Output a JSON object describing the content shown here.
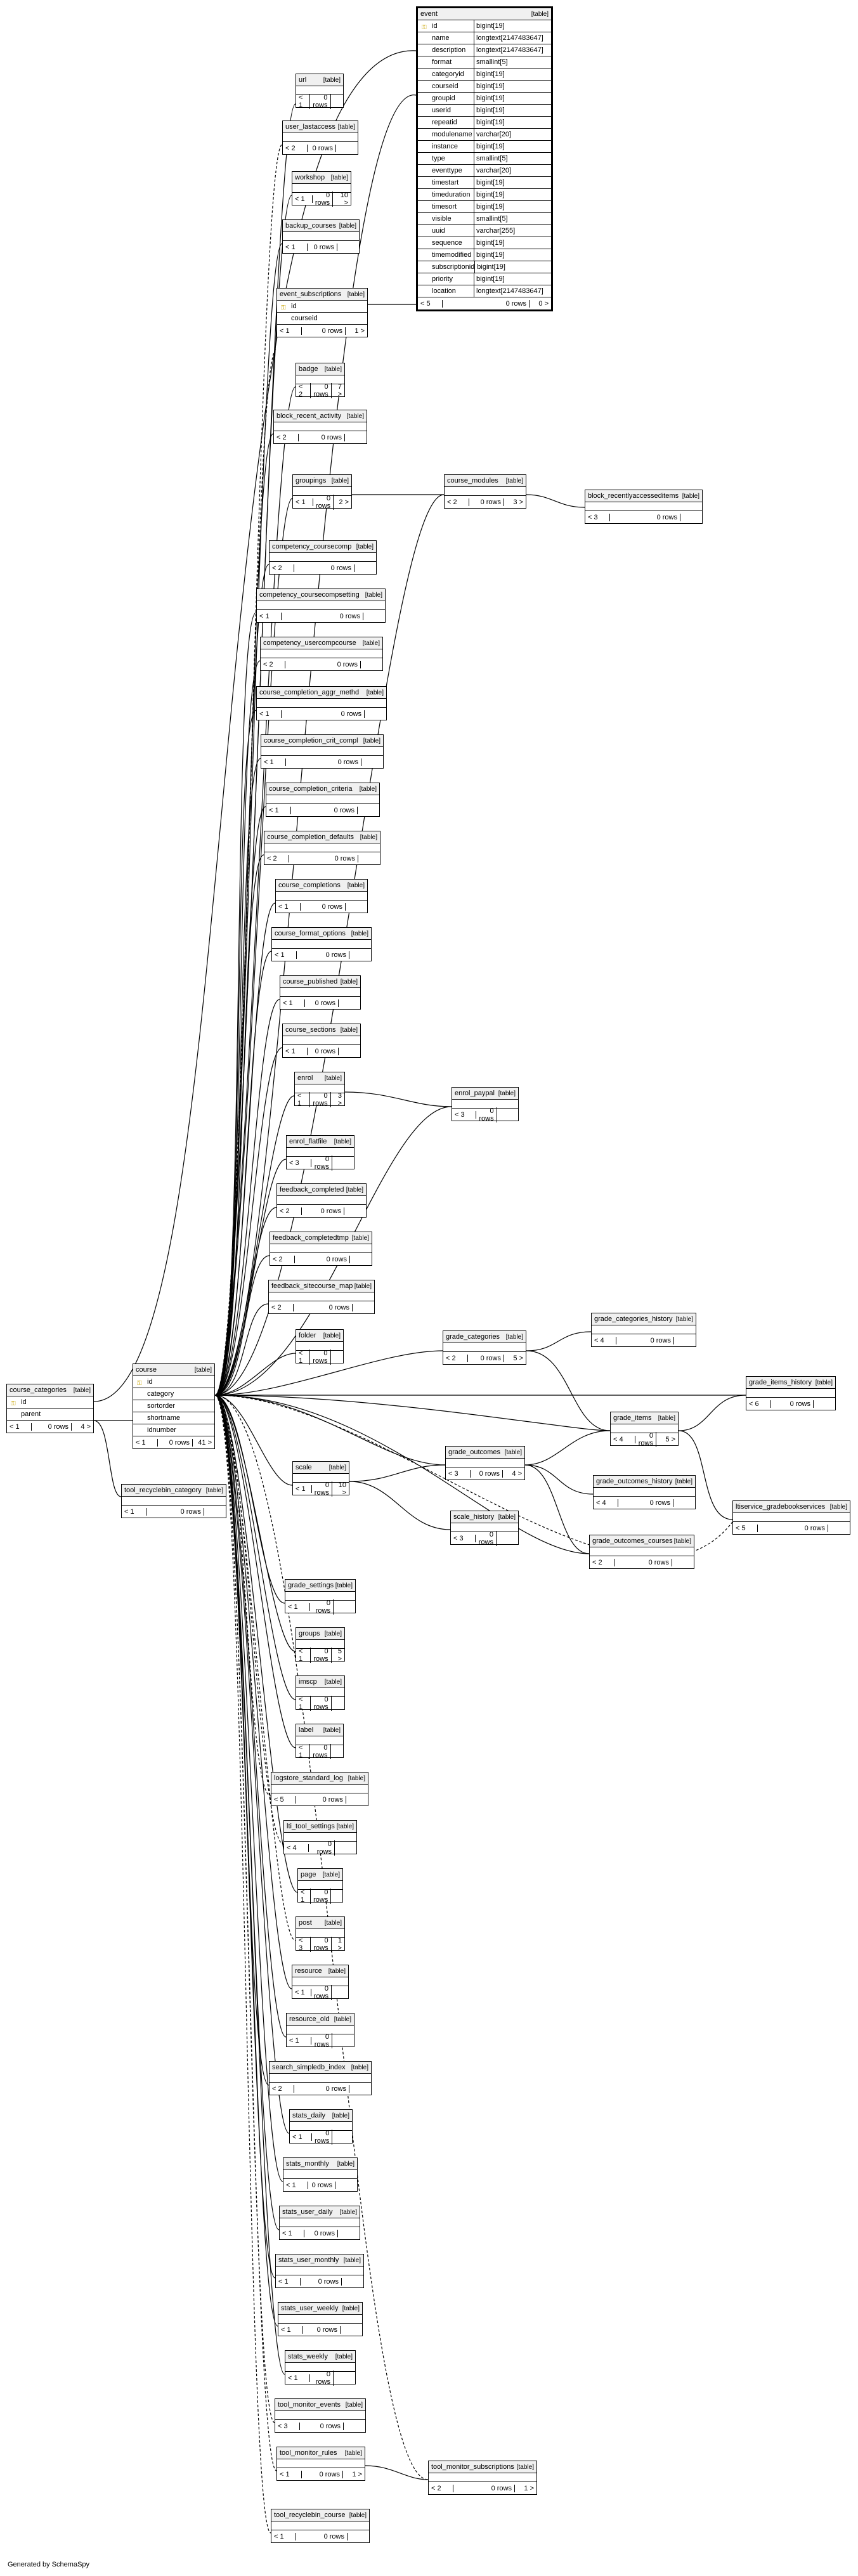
{
  "footer": {
    "generated": "Generated by SchemaSpy"
  },
  "tables": {
    "event": {
      "name": "event",
      "tag": "[table]",
      "columns": [
        {
          "n": "id",
          "t": "bigint[19]"
        },
        {
          "n": "name",
          "t": "longtext[2147483647]"
        },
        {
          "n": "description",
          "t": "longtext[2147483647]"
        },
        {
          "n": "format",
          "t": "smallint[5]"
        },
        {
          "n": "categoryid",
          "t": "bigint[19]"
        },
        {
          "n": "courseid",
          "t": "bigint[19]"
        },
        {
          "n": "groupid",
          "t": "bigint[19]"
        },
        {
          "n": "userid",
          "t": "bigint[19]"
        },
        {
          "n": "repeatid",
          "t": "bigint[19]"
        },
        {
          "n": "modulename",
          "t": "varchar[20]"
        },
        {
          "n": "instance",
          "t": "bigint[19]"
        },
        {
          "n": "type",
          "t": "smallint[5]"
        },
        {
          "n": "eventtype",
          "t": "varchar[20]"
        },
        {
          "n": "timestart",
          "t": "bigint[19]"
        },
        {
          "n": "timeduration",
          "t": "bigint[19]"
        },
        {
          "n": "timesort",
          "t": "bigint[19]"
        },
        {
          "n": "visible",
          "t": "smallint[5]"
        },
        {
          "n": "uuid",
          "t": "varchar[255]"
        },
        {
          "n": "sequence",
          "t": "bigint[19]"
        },
        {
          "n": "timemodified",
          "t": "bigint[19]"
        },
        {
          "n": "subscriptionid",
          "t": "bigint[19]"
        },
        {
          "n": "priority",
          "t": "bigint[19]"
        },
        {
          "n": "location",
          "t": "longtext[2147483647]"
        }
      ],
      "footer": {
        "parents": "< 5",
        "rows": "0 rows",
        "children": "0 >"
      }
    },
    "url": {
      "name": "url",
      "tag": "[table]",
      "footer": {
        "parents": "< 1",
        "rows": "0 rows",
        "children": ""
      }
    },
    "user_lastaccess": {
      "name": "user_lastaccess",
      "tag": "[table]",
      "footer": {
        "parents": "< 2",
        "rows": "0 rows",
        "children": ""
      }
    },
    "workshop": {
      "name": "workshop",
      "tag": "[table]",
      "footer": {
        "parents": "< 1",
        "rows": "0 rows",
        "children": "10 >"
      }
    },
    "backup_courses": {
      "name": "backup_courses",
      "tag": "[table]",
      "footer": {
        "parents": "< 1",
        "rows": "0 rows",
        "children": ""
      }
    },
    "event_subscriptions": {
      "name": "event_subscriptions",
      "tag": "[table]",
      "columns": [
        {
          "n": "id"
        },
        {
          "n": "courseid"
        }
      ],
      "footer": {
        "parents": "< 1",
        "rows": "0 rows",
        "children": "1 >"
      }
    },
    "badge": {
      "name": "badge",
      "tag": "[table]",
      "footer": {
        "parents": "< 2",
        "rows": "0 rows",
        "children": "7 >"
      }
    },
    "block_recent_activity": {
      "name": "block_recent_activity",
      "tag": "[table]",
      "footer": {
        "parents": "< 2",
        "rows": "0 rows",
        "children": ""
      }
    },
    "groupings": {
      "name": "groupings",
      "tag": "[table]",
      "footer": {
        "parents": "< 1",
        "rows": "0 rows",
        "children": "2 >"
      }
    },
    "course_modules": {
      "name": "course_modules",
      "tag": "[table]",
      "footer": {
        "parents": "< 2",
        "rows": "0 rows",
        "children": "3 >"
      }
    },
    "block_recentlyaccesseditems": {
      "name": "block_recentlyaccesseditems",
      "tag": "[table]",
      "footer": {
        "parents": "< 3",
        "rows": "0 rows",
        "children": ""
      }
    },
    "competency_coursecomp": {
      "name": "competency_coursecomp",
      "tag": "[table]",
      "footer": {
        "parents": "< 2",
        "rows": "0 rows",
        "children": ""
      }
    },
    "competency_coursecompsetting": {
      "name": "competency_coursecompsetting",
      "tag": "[table]",
      "footer": {
        "parents": "< 1",
        "rows": "0 rows",
        "children": ""
      }
    },
    "competency_usercompcourse": {
      "name": "competency_usercompcourse",
      "tag": "[table]",
      "footer": {
        "parents": "< 2",
        "rows": "0 rows",
        "children": ""
      }
    },
    "course_completion_aggr_methd": {
      "name": "course_completion_aggr_methd",
      "tag": "[table]",
      "footer": {
        "parents": "< 1",
        "rows": "0 rows",
        "children": ""
      }
    },
    "course_completion_crit_compl": {
      "name": "course_completion_crit_compl",
      "tag": "[table]",
      "footer": {
        "parents": "< 1",
        "rows": "0 rows",
        "children": ""
      }
    },
    "course_completion_criteria": {
      "name": "course_completion_criteria",
      "tag": "[table]",
      "footer": {
        "parents": "< 1",
        "rows": "0 rows",
        "children": ""
      }
    },
    "course_completion_defaults": {
      "name": "course_completion_defaults",
      "tag": "[table]",
      "footer": {
        "parents": "< 2",
        "rows": "0 rows",
        "children": ""
      }
    },
    "course_completions": {
      "name": "course_completions",
      "tag": "[table]",
      "footer": {
        "parents": "< 1",
        "rows": "0 rows",
        "children": ""
      }
    },
    "course_format_options": {
      "name": "course_format_options",
      "tag": "[table]",
      "footer": {
        "parents": "< 1",
        "rows": "0 rows",
        "children": ""
      }
    },
    "course_published": {
      "name": "course_published",
      "tag": "[table]",
      "footer": {
        "parents": "< 1",
        "rows": "0 rows",
        "children": ""
      }
    },
    "course_sections": {
      "name": "course_sections",
      "tag": "[table]",
      "footer": {
        "parents": "< 1",
        "rows": "0 rows",
        "children": ""
      }
    },
    "enrol": {
      "name": "enrol",
      "tag": "[table]",
      "footer": {
        "parents": "< 1",
        "rows": "0 rows",
        "children": "3 >"
      }
    },
    "enrol_paypal": {
      "name": "enrol_paypal",
      "tag": "[table]",
      "footer": {
        "parents": "< 3",
        "rows": "0 rows",
        "children": ""
      }
    },
    "enrol_flatfile": {
      "name": "enrol_flatfile",
      "tag": "[table]",
      "footer": {
        "parents": "< 3",
        "rows": "0 rows",
        "children": ""
      }
    },
    "feedback_completed": {
      "name": "feedback_completed",
      "tag": "[table]",
      "footer": {
        "parents": "< 2",
        "rows": "0 rows",
        "children": ""
      }
    },
    "feedback_completedtmp": {
      "name": "feedback_completedtmp",
      "tag": "[table]",
      "footer": {
        "parents": "< 2",
        "rows": "0 rows",
        "children": ""
      }
    },
    "feedback_sitecourse_map": {
      "name": "feedback_sitecourse_map",
      "tag": "[table]",
      "footer": {
        "parents": "< 2",
        "rows": "0 rows",
        "children": ""
      }
    },
    "folder": {
      "name": "folder",
      "tag": "[table]",
      "footer": {
        "parents": "< 1",
        "rows": "0 rows",
        "children": ""
      }
    },
    "grade_categories": {
      "name": "grade_categories",
      "tag": "[table]",
      "footer": {
        "parents": "< 2",
        "rows": "0 rows",
        "children": "5 >"
      }
    },
    "grade_categories_history": {
      "name": "grade_categories_history",
      "tag": "[table]",
      "footer": {
        "parents": "< 4",
        "rows": "0 rows",
        "children": ""
      }
    },
    "grade_items_history": {
      "name": "grade_items_history",
      "tag": "[table]",
      "footer": {
        "parents": "< 6",
        "rows": "0 rows",
        "children": ""
      }
    },
    "grade_items": {
      "name": "grade_items",
      "tag": "[table]",
      "footer": {
        "parents": "< 4",
        "rows": "0 rows",
        "children": "5 >"
      }
    },
    "course_categories": {
      "name": "course_categories",
      "tag": "[table]",
      "columns": [
        {
          "n": "id"
        },
        {
          "n": "parent"
        }
      ],
      "footer": {
        "parents": "< 1",
        "rows": "0 rows",
        "children": "4 >"
      }
    },
    "course": {
      "name": "course",
      "tag": "[table]",
      "columns": [
        {
          "n": "id"
        },
        {
          "n": "category"
        },
        {
          "n": "sortorder"
        },
        {
          "n": "shortname"
        },
        {
          "n": "idnumber"
        }
      ],
      "footer": {
        "parents": "< 1",
        "rows": "0 rows",
        "children": "41 >"
      }
    },
    "scale": {
      "name": "scale",
      "tag": "[table]",
      "footer": {
        "parents": "< 1",
        "rows": "0 rows",
        "children": "10 >"
      }
    },
    "grade_outcomes": {
      "name": "grade_outcomes",
      "tag": "[table]",
      "footer": {
        "parents": "< 3",
        "rows": "0 rows",
        "children": "4 >"
      }
    },
    "grade_outcomes_history": {
      "name": "grade_outcomes_history",
      "tag": "[table]",
      "footer": {
        "parents": "< 4",
        "rows": "0 rows",
        "children": ""
      }
    },
    "tool_recyclebin_category": {
      "name": "tool_recyclebin_category",
      "tag": "[table]",
      "footer": {
        "parents": "< 1",
        "rows": "0 rows",
        "children": ""
      }
    },
    "tlsservice_gradeoutcomeservices": {
      "name": "ltiservice_gradebookservices",
      "tag": "[table]",
      "footer": {
        "parents": "< 5",
        "rows": "0 rows",
        "children": ""
      }
    },
    "scale_history": {
      "name": "scale_history",
      "tag": "[table]",
      "footer": {
        "parents": "< 3",
        "rows": "0 rows",
        "children": ""
      }
    },
    "grade_outcomes_courses": {
      "name": "grade_outcomes_courses",
      "tag": "[table]",
      "footer": {
        "parents": "< 2",
        "rows": "0 rows",
        "children": ""
      }
    },
    "grade_settings": {
      "name": "grade_settings",
      "tag": "[table]",
      "footer": {
        "parents": "< 1",
        "rows": "0 rows",
        "children": ""
      }
    },
    "groups": {
      "name": "groups",
      "tag": "[table]",
      "footer": {
        "parents": "< 1",
        "rows": "0 rows",
        "children": "5 >"
      }
    },
    "imscp": {
      "name": "imscp",
      "tag": "[table]",
      "footer": {
        "parents": "< 1",
        "rows": "0 rows",
        "children": ""
      }
    },
    "label": {
      "name": "label",
      "tag": "[table]",
      "footer": {
        "parents": "< 1",
        "rows": "0 rows",
        "children": ""
      }
    },
    "logstore_standard_log": {
      "name": "logstore_standard_log",
      "tag": "[table]",
      "footer": {
        "parents": "< 5",
        "rows": "0 rows",
        "children": ""
      }
    },
    "lti_tool_settings": {
      "name": "lti_tool_settings",
      "tag": "[table]",
      "footer": {
        "parents": "< 4",
        "rows": "0 rows",
        "children": ""
      }
    },
    "page": {
      "name": "page",
      "tag": "[table]",
      "footer": {
        "parents": "< 1",
        "rows": "0 rows",
        "children": ""
      }
    },
    "post": {
      "name": "post",
      "tag": "[table]",
      "footer": {
        "parents": "< 3",
        "rows": "0 rows",
        "children": "1 >"
      }
    },
    "resource": {
      "name": "resource",
      "tag": "[table]",
      "footer": {
        "parents": "< 1",
        "rows": "0 rows",
        "children": ""
      }
    },
    "resource_old": {
      "name": "resource_old",
      "tag": "[table]",
      "footer": {
        "parents": "< 1",
        "rows": "0 rows",
        "children": ""
      }
    },
    "search_simpledb_index": {
      "name": "search_simpledb_index",
      "tag": "[table]",
      "footer": {
        "parents": "< 2",
        "rows": "0 rows",
        "children": ""
      }
    },
    "stats_daily": {
      "name": "stats_daily",
      "tag": "[table]",
      "footer": {
        "parents": "< 1",
        "rows": "0 rows",
        "children": ""
      }
    },
    "stats_monthly": {
      "name": "stats_monthly",
      "tag": "[table]",
      "footer": {
        "parents": "< 1",
        "rows": "0 rows",
        "children": ""
      }
    },
    "stats_user_daily": {
      "name": "stats_user_daily",
      "tag": "[table]",
      "footer": {
        "parents": "< 1",
        "rows": "0 rows",
        "children": ""
      }
    },
    "stats_user_monthly": {
      "name": "stats_user_monthly",
      "tag": "[table]",
      "footer": {
        "parents": "< 1",
        "rows": "0 rows",
        "children": ""
      }
    },
    "stats_user_weekly": {
      "name": "stats_user_weekly",
      "tag": "[table]",
      "footer": {
        "parents": "< 1",
        "rows": "0 rows",
        "children": ""
      }
    },
    "stats_weekly": {
      "name": "stats_weekly",
      "tag": "[table]",
      "footer": {
        "parents": "< 1",
        "rows": "0 rows",
        "children": ""
      }
    },
    "tool_monitor_events": {
      "name": "tool_monitor_events",
      "tag": "[table]",
      "footer": {
        "parents": "< 3",
        "rows": "0 rows",
        "children": ""
      }
    },
    "tool_monitor_rules": {
      "name": "tool_monitor_rules",
      "tag": "[table]",
      "footer": {
        "parents": "< 1",
        "rows": "0 rows",
        "children": "1 >"
      }
    },
    "tool_monitor_subscriptions": {
      "name": "tool_monitor_subscriptions",
      "tag": "[table]",
      "footer": {
        "parents": "< 2",
        "rows": "0 rows",
        "children": "1 >"
      }
    },
    "tool_recyclebin_course": {
      "name": "tool_recyclebin_course",
      "tag": "[table]",
      "footer": {
        "parents": "< 1",
        "rows": "0 rows",
        "children": ""
      }
    }
  }
}
